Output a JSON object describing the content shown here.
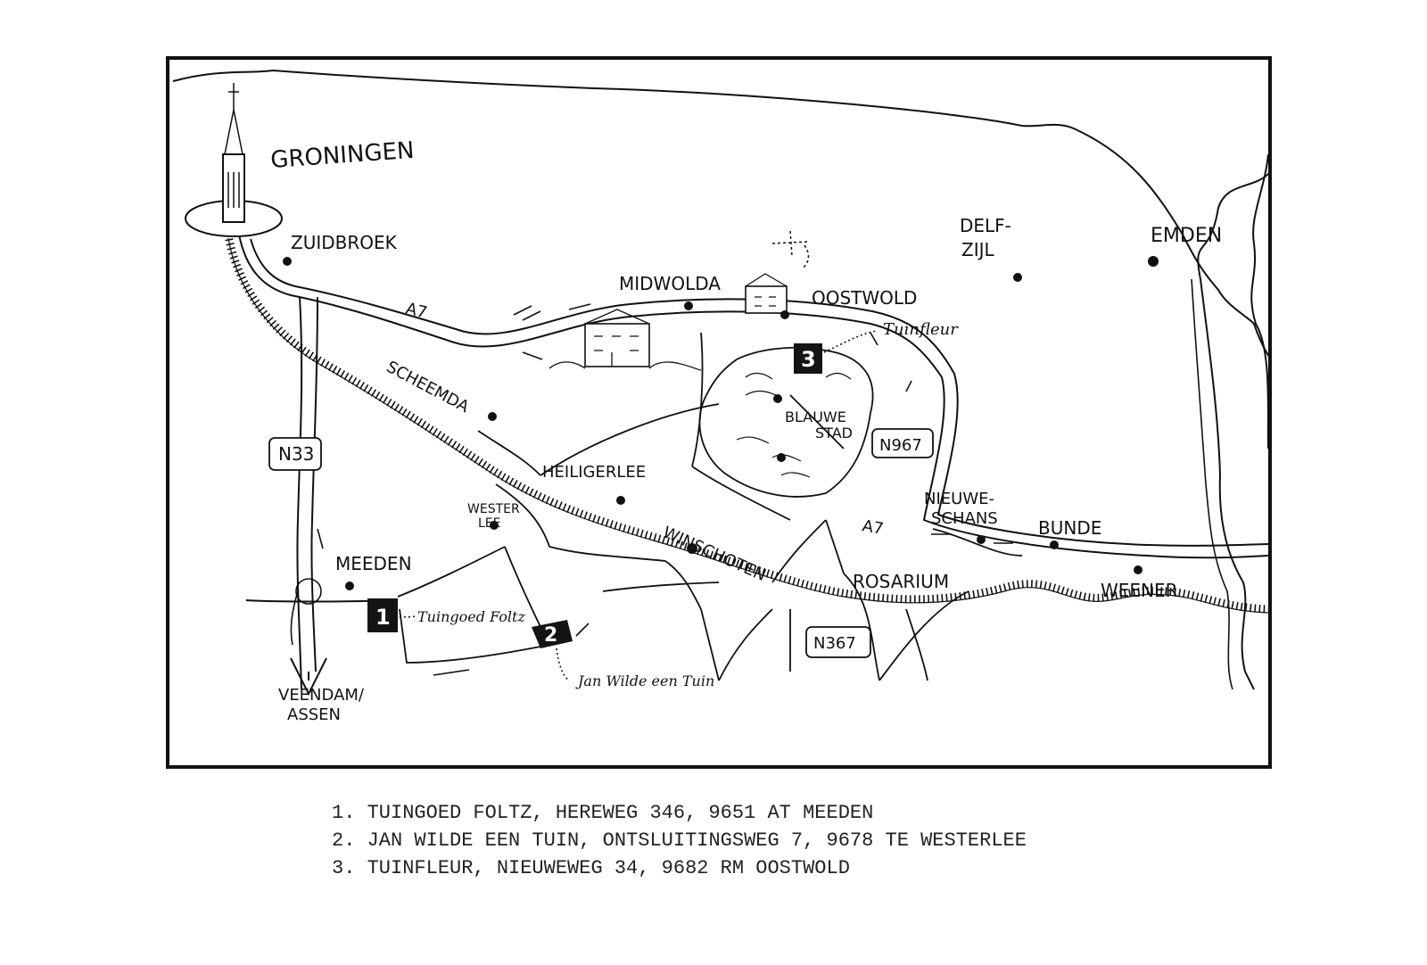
{
  "map": {
    "places": {
      "groningen": "GRONINGEN",
      "zuidbroek": "ZUIDBROEK",
      "midwolda": "MIDWOLDA",
      "oostwold": "OOSTWOLD",
      "delfzijl_1": "DELF-",
      "delfzijl_2": "ZIJL",
      "emden": "EMDEN",
      "scheemda": "SCHEEMDA",
      "heiligerlee": "HEILIGERLEE",
      "westerlee_1": "WESTER",
      "westerlee_2": "LEE",
      "blauwe_stad_1": "BLAUWE",
      "blauwe_stad_2": "STAD",
      "nieuweschans_1": "NIEUWE-",
      "nieuweschans_2": "SCHANS",
      "bunde": "BUNDE",
      "meeden": "MEEDEN",
      "winschoten": "WINSCHOTEN",
      "rosarium": "ROSARIUM",
      "weener": "WEENER",
      "veendam_assen_1": "VEENDAM/",
      "veendam_assen_2": "ASSEN"
    },
    "roads": {
      "a7_west": "A7",
      "a7_east": "A7",
      "n33": "N33",
      "n967": "N967",
      "n367": "N367"
    },
    "markers": [
      {
        "number": "1",
        "label": "Tuingoed Foltz"
      },
      {
        "number": "2",
        "label": "Jan Wilde een Tuin"
      },
      {
        "number": "3",
        "label": "Tuinfleur"
      }
    ]
  },
  "legend": [
    "1. TUINGOED FOLTZ, HEREWEG 346, 9651 AT MEEDEN",
    "2. JAN WILDE EEN TUIN, ONTSLUITINGSWEG 7, 9678 TE WESTERLEE",
    "3. TUINFLEUR, NIEUWEWEG 34, 9682 RM OOSTWOLD"
  ],
  "colors": {
    "ink": "#111111",
    "paper": "#ffffff",
    "marker": "#141414"
  }
}
